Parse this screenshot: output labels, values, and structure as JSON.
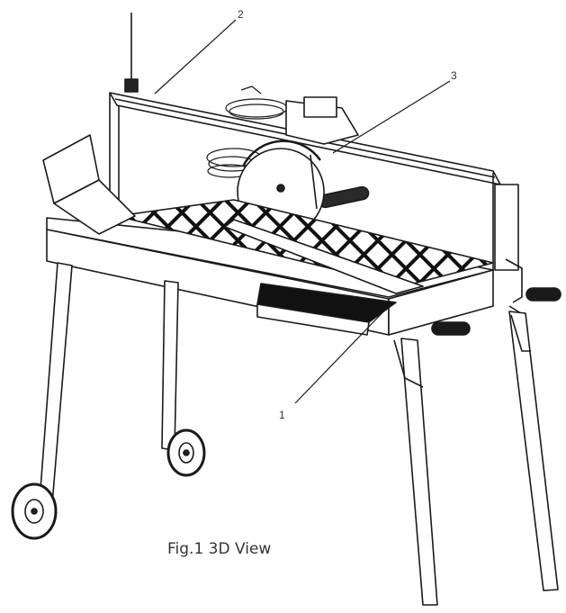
{
  "figure": {
    "caption": "Fig.1 3D View",
    "callouts": [
      {
        "id": "callout-1",
        "label": "1"
      },
      {
        "id": "callout-2",
        "label": "2"
      },
      {
        "id": "callout-3",
        "label": "3"
      }
    ]
  },
  "colors": {
    "line": "#1a1a1a",
    "background": "#ffffff"
  }
}
